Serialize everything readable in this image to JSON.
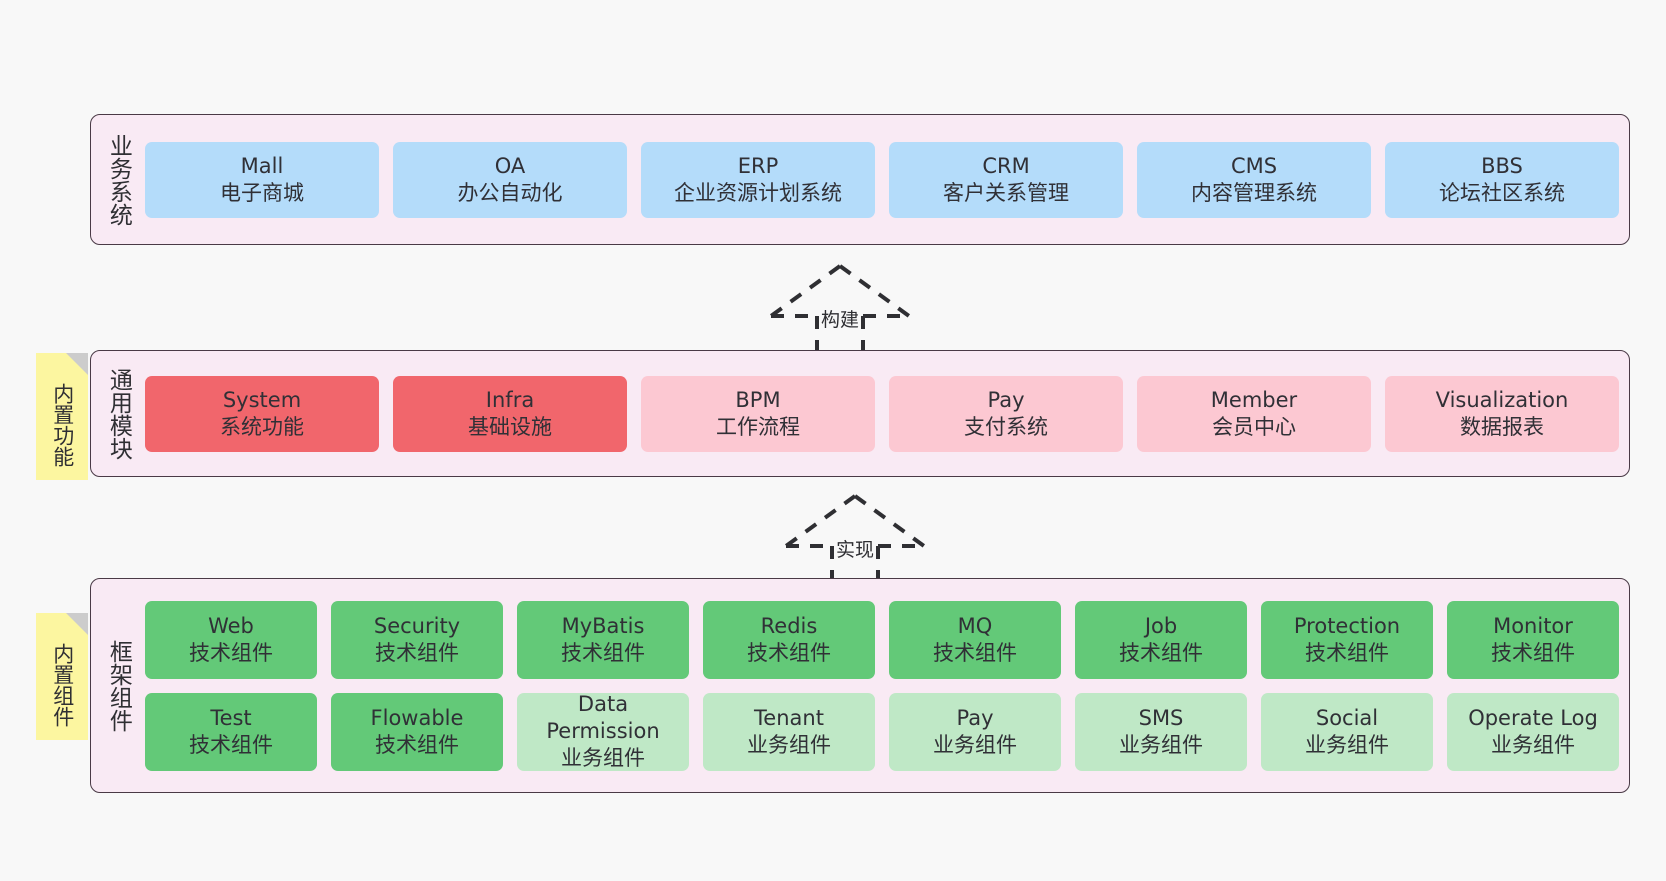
{
  "diagram": {
    "background_color": "#f8f8f8",
    "panel_fill": "#f9eaf4",
    "panel_border": "#4a3a46",
    "note_fill": "#fcf6a0"
  },
  "layers": [
    {
      "id": "business",
      "title": "业务系统",
      "rows": [
        {
          "nodes": [
            {
              "name": "Mall",
              "desc": "电子商城",
              "color": "#b4dcfa",
              "variant": "c-blue"
            },
            {
              "name": "OA",
              "desc": "办公自动化",
              "color": "#b4dcfa",
              "variant": "c-blue"
            },
            {
              "name": "ERP",
              "desc": "企业资源计划系统",
              "color": "#b4dcfa",
              "variant": "c-blue"
            },
            {
              "name": "CRM",
              "desc": "客户关系管理",
              "color": "#b4dcfa",
              "variant": "c-blue"
            },
            {
              "name": "CMS",
              "desc": "内容管理系统",
              "color": "#b4dcfa",
              "variant": "c-blue"
            },
            {
              "name": "BBS",
              "desc": "论坛社区系统",
              "color": "#b4dcfa",
              "variant": "c-blue"
            }
          ]
        }
      ]
    },
    {
      "id": "common",
      "title": "通用模块",
      "rows": [
        {
          "nodes": [
            {
              "name": "System",
              "desc": "系统功能",
              "color": "#f1666c",
              "variant": "c-red"
            },
            {
              "name": "Infra",
              "desc": "基础设施",
              "color": "#f1666c",
              "variant": "c-red"
            },
            {
              "name": "BPM",
              "desc": "工作流程",
              "color": "#fcc8d2",
              "variant": "c-pink"
            },
            {
              "name": "Pay",
              "desc": "支付系统",
              "color": "#fcc8d2",
              "variant": "c-pink"
            },
            {
              "name": "Member",
              "desc": "会员中心",
              "color": "#fcc8d2",
              "variant": "c-pink"
            },
            {
              "name": "Visualization",
              "desc": "数据报表",
              "color": "#fcc8d2",
              "variant": "c-pink"
            }
          ]
        }
      ]
    },
    {
      "id": "framework",
      "title": "框架组件",
      "rows": [
        {
          "nodes": [
            {
              "name": "Web",
              "desc": "技术组件",
              "color": "#63c978",
              "variant": "c-green"
            },
            {
              "name": "Security",
              "desc": "技术组件",
              "color": "#63c978",
              "variant": "c-green"
            },
            {
              "name": "MyBatis",
              "desc": "技术组件",
              "color": "#63c978",
              "variant": "c-green"
            },
            {
              "name": "Redis",
              "desc": "技术组件",
              "color": "#63c978",
              "variant": "c-green"
            },
            {
              "name": "MQ",
              "desc": "技术组件",
              "color": "#63c978",
              "variant": "c-green"
            },
            {
              "name": "Job",
              "desc": "技术组件",
              "color": "#63c978",
              "variant": "c-green"
            },
            {
              "name": "Protection",
              "desc": "技术组件",
              "color": "#63c978",
              "variant": "c-green"
            },
            {
              "name": "Monitor",
              "desc": "技术组件",
              "color": "#63c978",
              "variant": "c-green"
            }
          ]
        },
        {
          "nodes": [
            {
              "name": "Test",
              "desc": "技术组件",
              "color": "#63c978",
              "variant": "c-green"
            },
            {
              "name": "Flowable",
              "desc": "技术组件",
              "color": "#63c978",
              "variant": "c-green"
            },
            {
              "name": "Data Permission",
              "desc": "业务组件",
              "color": "#bfe8c6",
              "variant": "c-lightgreen"
            },
            {
              "name": "Tenant",
              "desc": "业务组件",
              "color": "#bfe8c6",
              "variant": "c-lightgreen"
            },
            {
              "name": "Pay",
              "desc": "业务组件",
              "color": "#bfe8c6",
              "variant": "c-lightgreen"
            },
            {
              "name": "SMS",
              "desc": "业务组件",
              "color": "#bfe8c6",
              "variant": "c-lightgreen"
            },
            {
              "name": "Social",
              "desc": "业务组件",
              "color": "#bfe8c6",
              "variant": "c-lightgreen"
            },
            {
              "name": "Operate Log",
              "desc": "业务组件",
              "color": "#bfe8c6",
              "variant": "c-lightgreen"
            }
          ]
        }
      ]
    }
  ],
  "notes": [
    {
      "id": "builtin-function",
      "text": "内置功能"
    },
    {
      "id": "builtin-component",
      "text": "内置组件"
    }
  ],
  "connectors": [
    {
      "id": "build",
      "label": "构建",
      "style": "dashed-generalization"
    },
    {
      "id": "realize",
      "label": "实现",
      "style": "dashed-generalization"
    }
  ]
}
